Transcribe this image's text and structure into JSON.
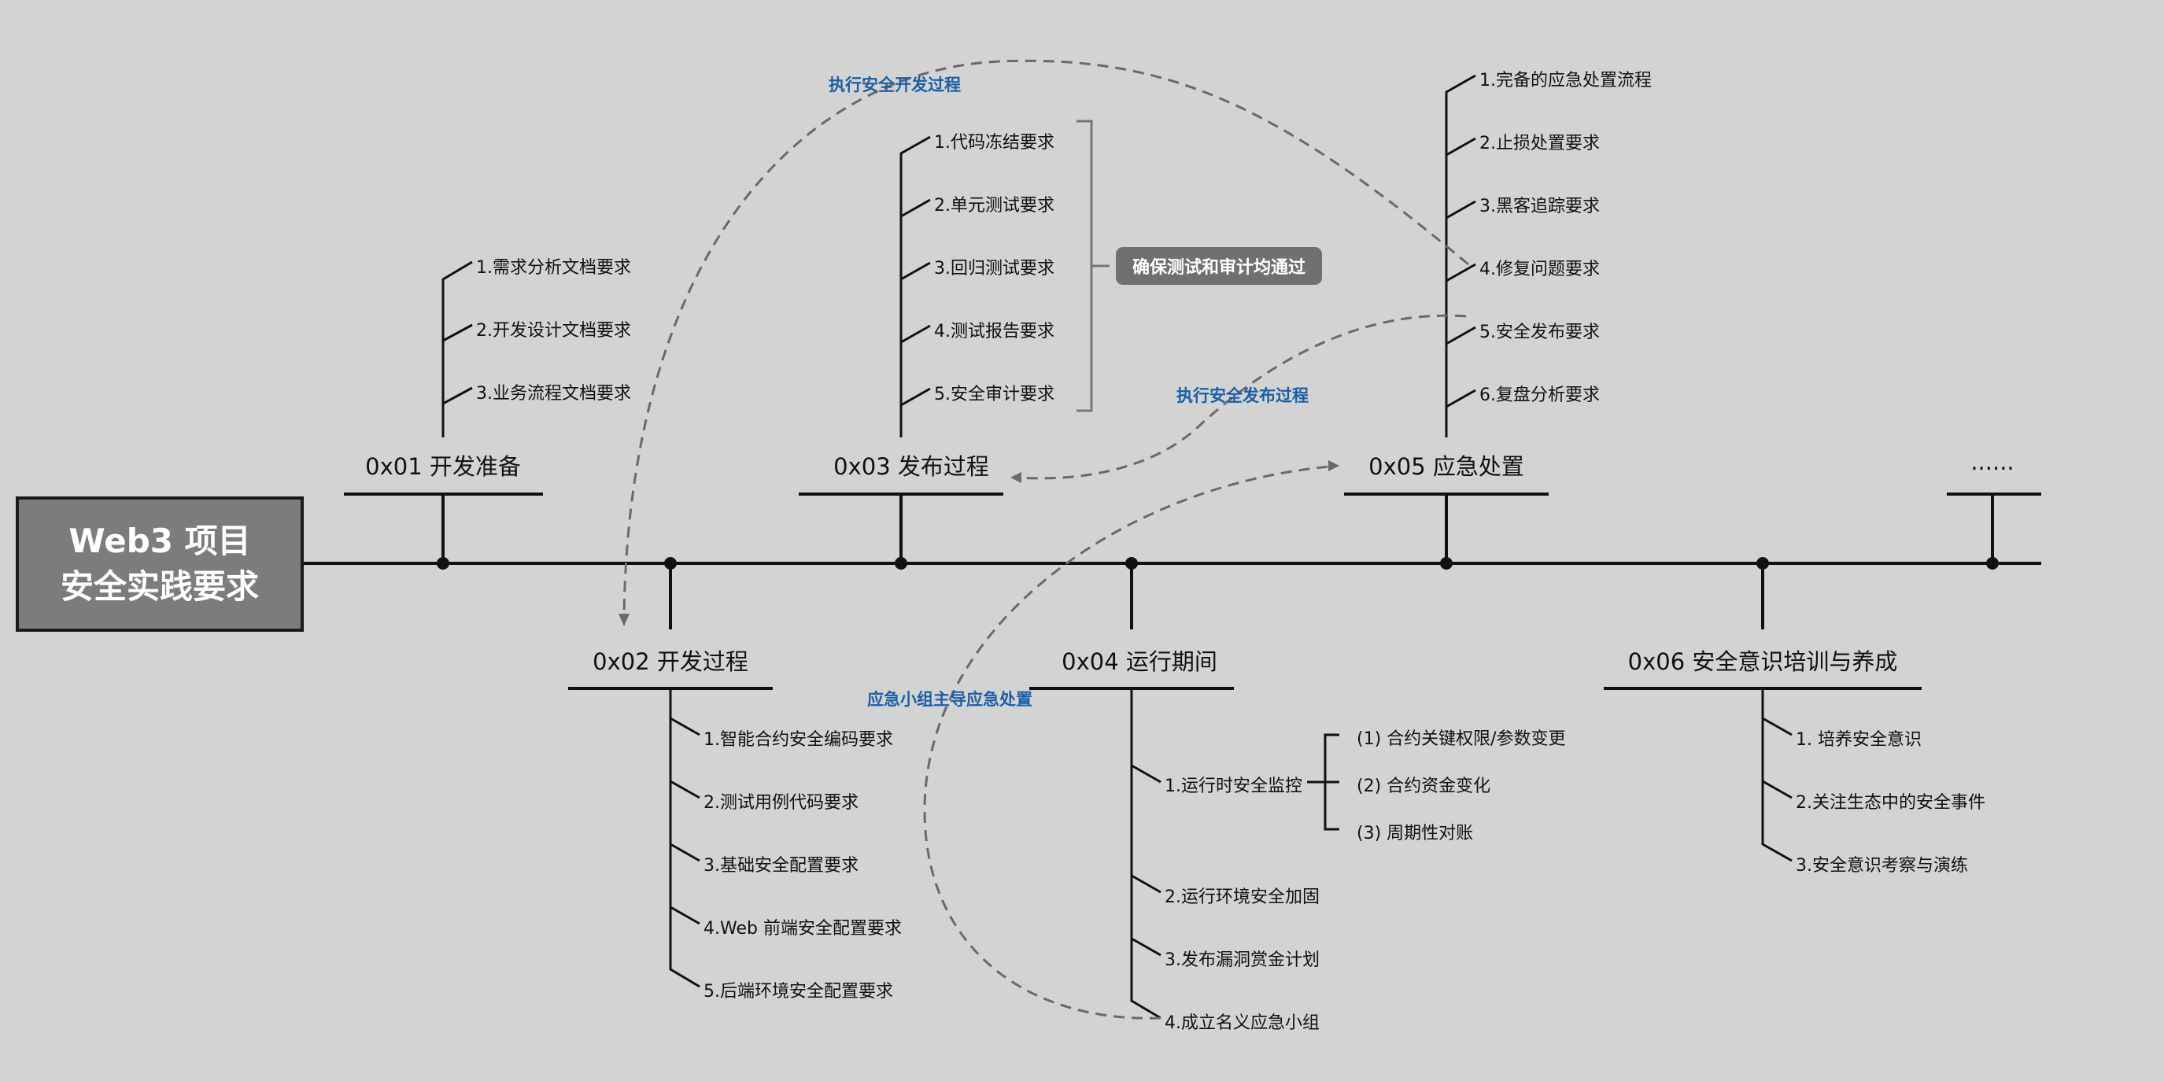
{
  "title": {
    "line1": "Web3 项目",
    "line2": "安全实践要求"
  },
  "phases": {
    "p01": {
      "label": "0x01 开发准备",
      "items": [
        "1.需求分析文档要求",
        "2.开发设计文档要求",
        "3.业务流程文档要求"
      ]
    },
    "p02": {
      "label": "0x02 开发过程",
      "items": [
        "1.智能合约安全编码要求",
        "2.测试用例代码要求",
        "3.基础安全配置要求",
        "4.Web 前端安全配置要求",
        "5.后端环境安全配置要求"
      ]
    },
    "p03": {
      "label": "0x03 发布过程",
      "items": [
        "1.代码冻结要求",
        "2.单元测试要求",
        "3.回归测试要求",
        "4.测试报告要求",
        "5.安全审计要求"
      ]
    },
    "p04": {
      "label": "0x04 运行期间",
      "items": [
        "1.运行时安全监控",
        "2.运行环境安全加固",
        "3.发布漏洞赏金计划",
        "4.成立名义应急小组"
      ],
      "sub_items": [
        "(1)  合约关键权限/参数变更",
        "(2)  合约资金变化",
        "(3)  周期性对账"
      ]
    },
    "p05": {
      "label": "0x05 应急处置",
      "items": [
        "1.完备的应急处置流程",
        "2.止损处置要求",
        "3.黑客追踪要求",
        "4.修复问题要求",
        "5.安全发布要求",
        "6.复盘分析要求"
      ]
    },
    "p06": {
      "label": "0x06 安全意识培训与养成",
      "items": [
        "1. 培养安全意识",
        "2.关注生态中的安全事件",
        "3.安全意识考察与演练"
      ]
    },
    "more": {
      "label": "......"
    }
  },
  "annotations": {
    "dev_process": "执行安全开发过程",
    "release_process": "执行安全发布过程",
    "emergency_lead": "应急小组主导应急处置",
    "badge": "确保测试和审计均通过"
  },
  "colors": {
    "background": "#d3d3d3",
    "title_box": "#7c7c7c",
    "annotation": "#1d5fa6",
    "badge": "#707070"
  }
}
